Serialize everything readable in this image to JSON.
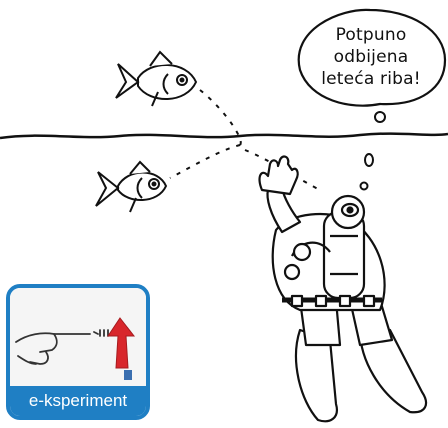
{
  "speech_bubble": {
    "line1": "Potpuno",
    "line2": "odbijena",
    "line3": "leteća riba!"
  },
  "badge": {
    "label": "e-ksperiment",
    "accent_color": "#1f7fc4"
  },
  "icons": [
    "pointing-hand-icon",
    "red-arrow-icon"
  ]
}
